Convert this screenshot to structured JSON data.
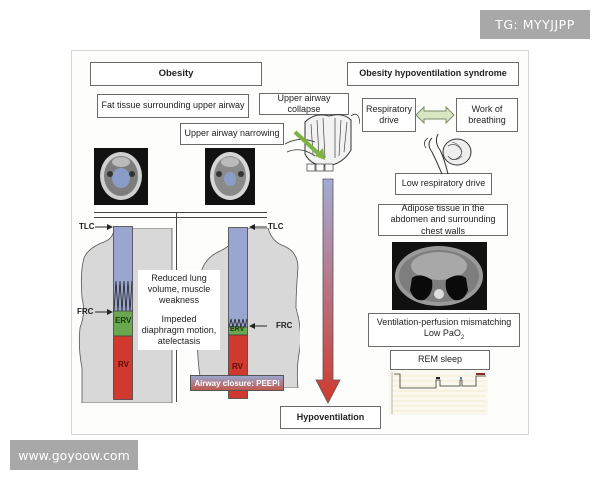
{
  "watermarks": {
    "top_right": "TG: MYYJJPP",
    "bottom_left": "www.goyoow.com"
  },
  "left": {
    "title": "Obesity",
    "fat_tissue": "Fat tissue surrounding upper airway",
    "narrowing": "Upper airway narrowing",
    "collapse": "Upper airway collapse",
    "images": [
      "ct-head-normal",
      "ct-head-narrowed"
    ],
    "volume_labels": {
      "tlc": "TLC",
      "frc": "FRC",
      "erv": "ERV",
      "rv": "RV"
    },
    "mechanism_text_1": "Reduced lung volume, muscle weakness",
    "mechanism_text_2": "Impeded diaphragm motion, atelectasis",
    "airway_closure": "Airway closure: PEEPi"
  },
  "right": {
    "title": "Obesity hypoventilation syndrome",
    "respiratory_drive": "Respiratory drive",
    "work_of_breathing": "Work of breathing",
    "low_drive": "Low respiratory drive",
    "adipose": "Adipose tissue in the abdomen and surrounding chest walls",
    "vq_line1": "Ventilation-perfusion mismatching",
    "vq_line2": "Low PaO",
    "vq_sub": "2",
    "rem": "REM sleep"
  },
  "outcome": "Hypoventilation",
  "colors": {
    "tlc_blue": "#9aa6cf",
    "erv_green": "#6aa84f",
    "rv_red": "#d0392d",
    "arrow_top": "#a3acd6",
    "arrow_bottom": "#d0392d",
    "double_arrow": "#d9e6c4",
    "watermark": "#a8a8a8"
  }
}
